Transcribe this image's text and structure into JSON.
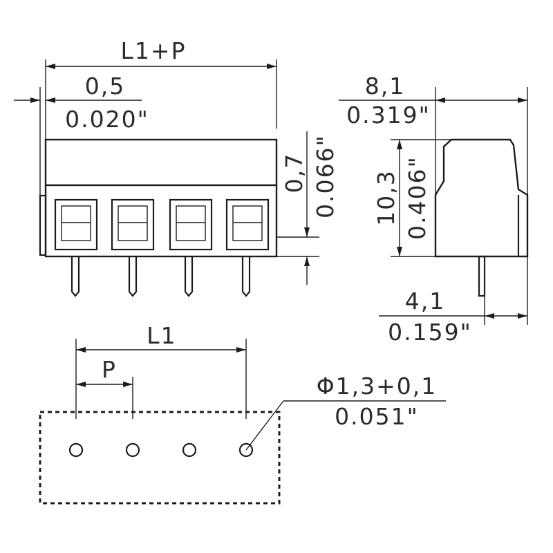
{
  "front_view": {
    "overall_label": "L1+P",
    "offset_mm": "0,5",
    "offset_in": "0.020\"",
    "pin_length_mm": "0,7",
    "pin_length_in": "0.066\""
  },
  "side_view": {
    "width_mm": "8,1",
    "width_in": "0.319\"",
    "height_mm": "10,3",
    "height_in": "0.406\"",
    "pin_offset_mm": "4,1",
    "pin_offset_in": "0.159\""
  },
  "footprint": {
    "length_label": "L1",
    "pitch_label": "P",
    "hole_mm": "Φ1,3+0,1",
    "hole_in": "0.051\""
  }
}
